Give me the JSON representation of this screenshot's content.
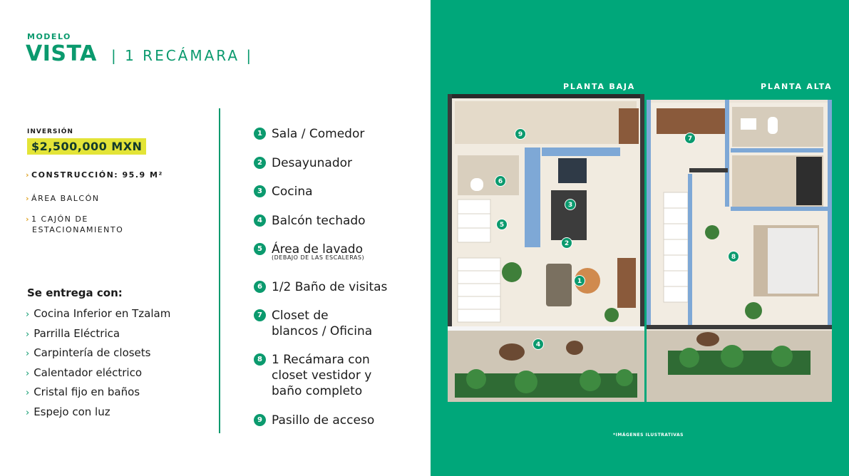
{
  "header": {
    "model_label": "MODELO",
    "model_name": "VISTA",
    "model_sub": "| 1 RECÁMARA |"
  },
  "investment": {
    "label": "INVERSIÓN",
    "price": "$2,500,000 MXN"
  },
  "specs": [
    {
      "text": "CONSTRUCCIÓN: 95.9 M²"
    },
    {
      "text": "ÁREA BALCÓN"
    },
    {
      "text_line1": "1 CAJÓN DE",
      "text_line2": "ESTACIONAMIENTO"
    }
  ],
  "includes": {
    "title": "Se entrega con:",
    "items": [
      "Cocina Inferior en Tzalam",
      "Parrilla Eléctrica",
      "Carpintería de closets",
      "Calentador eléctrico",
      "Cristal fijo en baños",
      "Espejo con luz"
    ]
  },
  "rooms": [
    {
      "num": "1",
      "text": "Sala / Comedor"
    },
    {
      "num": "2",
      "text": "Desayunador"
    },
    {
      "num": "3",
      "text": "Cocina"
    },
    {
      "num": "4",
      "text": "Balcón techado"
    },
    {
      "num": "5",
      "text": "Área de lavado",
      "note": "(DEBAJO DE LAS ESCALERAS)"
    },
    {
      "num": "6",
      "text": "1/2 Baño de visitas"
    },
    {
      "num": "7",
      "text_line1": "Closet de",
      "text_line2": "blancos / Oficina"
    },
    {
      "num": "8",
      "text_line1": "1 Recámara con",
      "text_line2": "closet vestidor y",
      "text_line3": "baño completo"
    },
    {
      "num": "9",
      "text": "Pasillo de acceso"
    }
  ],
  "plans": {
    "ground_label": "PLANTA BAJA",
    "upper_label": "PLANTA ALTA",
    "footnote": "*IMÁGENES ILUSTRATIVAS"
  },
  "colors": {
    "brand_green": "#0b9a6e",
    "panel_green": "#00a77a",
    "price_highlight": "#e3e437",
    "bullet_accent": "#e0a52a"
  }
}
